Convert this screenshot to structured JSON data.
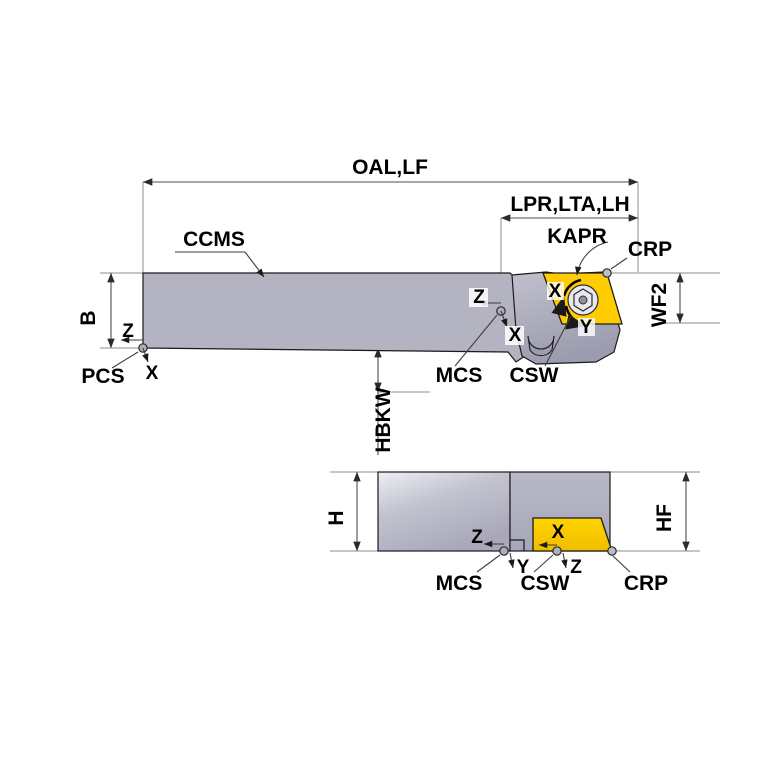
{
  "diagram": {
    "title": "Turning tool holder dimension reference diagram",
    "type": "engineering-drawing",
    "colors": {
      "insert": "#FFCC00",
      "insert_edge": "#d9ae00",
      "shank_body": "#b3b3c2",
      "shank_body_dark": "#a3a3b4",
      "shank_body_light": "#e2e2ea",
      "outline": "#1a1a1a",
      "dimension_line": "#4d4d4d",
      "thin_line": "#8c8c8c",
      "background": "#ffffff"
    },
    "side_view": {
      "name": "side-view",
      "dimensions": {
        "oal_lf": "OAL,LF",
        "lpr_lta_lh": "LPR,LTA,LH",
        "kapr": "KAPR",
        "b": "B",
        "wf2": "WF2",
        "hbkw": "HBKW"
      },
      "callouts": {
        "ccms": "CCMS",
        "crp": "CRP",
        "pcs": "PCS",
        "mcs": "MCS",
        "csw": "CSW"
      },
      "axes": {
        "pcs_z": "Z",
        "pcs_x": "X",
        "mcs_z": "Z",
        "mcs_x": "X",
        "csw_x": "X",
        "csw_y": "Y"
      }
    },
    "front_view": {
      "name": "front-view",
      "dimensions": {
        "h": "H",
        "hf": "HF"
      },
      "callouts": {
        "mcs": "MCS",
        "csw": "CSW",
        "crp": "CRP"
      },
      "axes": {
        "mcs_z": "Z",
        "mcs_y": "Y",
        "csw_x": "X",
        "csw_z": "Z"
      }
    }
  }
}
